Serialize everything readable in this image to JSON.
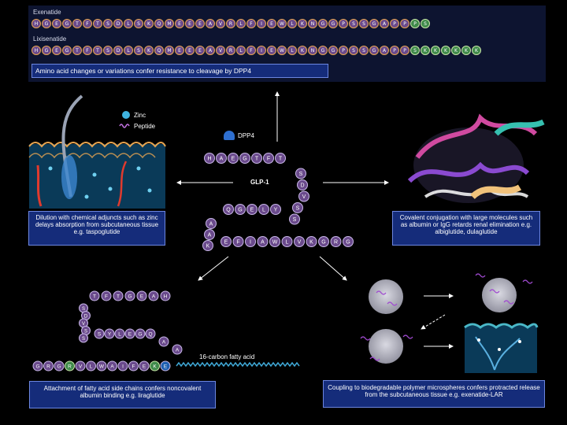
{
  "top_panel": {
    "exenatide_label": "Exenatide",
    "exenatide_seq": [
      "H",
      "G",
      "E",
      "G",
      "T",
      "F",
      "T",
      "S",
      "D",
      "L",
      "S",
      "K",
      "Q",
      "M",
      "E",
      "E",
      "E",
      "A",
      "V",
      "R",
      "L",
      "F",
      "I",
      "E",
      "W",
      "L",
      "K",
      "N",
      "G",
      "G",
      "P",
      "S",
      "S",
      "G",
      "A",
      "P",
      "P",
      "P",
      "S"
    ],
    "exenatide_green_from": 37,
    "lixisenatide_label": "Lixisenatide",
    "lixisenatide_seq": [
      "H",
      "G",
      "E",
      "G",
      "T",
      "F",
      "T",
      "S",
      "D",
      "L",
      "S",
      "K",
      "Q",
      "M",
      "E",
      "E",
      "E",
      "A",
      "V",
      "R",
      "L",
      "F",
      "I",
      "E",
      "W",
      "L",
      "K",
      "N",
      "G",
      "G",
      "P",
      "S",
      "S",
      "G",
      "A",
      "P",
      "P",
      "S",
      "K",
      "K",
      "K",
      "K",
      "K",
      "K"
    ],
    "lixisenatide_green_from": 37,
    "caption": "Amino acid changes or variations confer resistance to cleavage by DPP4"
  },
  "legend": {
    "zinc": "Zinc",
    "peptide": "Peptide"
  },
  "center": {
    "dpp4_label": "DPP4",
    "glp1_label": "GLP-1",
    "row1": [
      "H",
      "A",
      "E",
      "G",
      "T",
      "F",
      "T"
    ],
    "right_col": [
      "S",
      "D",
      "V",
      "S",
      "S"
    ],
    "row2": [
      "Q",
      "G",
      "E",
      "L",
      "Y"
    ],
    "left_col": [
      "A",
      "A",
      "K"
    ],
    "row3": [
      "E",
      "F",
      "I",
      "A",
      "W",
      "L",
      "V",
      "K",
      "G",
      "R",
      "G"
    ]
  },
  "callouts": {
    "zinc": "Dilution with chemical adjuncts such as zinc delays absorption from subcutaneous tissue e.g. taspoglutide",
    "albumin": "Covalent conjugation with large molecules such as albumin or IgG retards renal elimination e.g. albiglutide, dulaglutide",
    "fatty": "Attachment of fatty acid side chains confers noncovalent albumin binding e.g. liraglutide",
    "microspheres": "Coupling to biodegradable polymer microspheres confers protracted release from the subcutaneous tissue e.g. exenatide-LAR"
  },
  "lira": {
    "fatty_acid_label": "16-carbon fatty acid",
    "top_row": [
      "T",
      "F",
      "T",
      "G",
      "E",
      "A",
      "H"
    ],
    "left_col": [
      "S",
      "D",
      "V",
      "S",
      "S"
    ],
    "mid_row": [
      "S",
      "Y",
      "L",
      "E",
      "G",
      "Q",
      "A",
      "A"
    ],
    "bottom_row": [
      "G",
      "R",
      "G",
      "R",
      "V",
      "L",
      "W",
      "A",
      "I",
      "F",
      "E",
      "K",
      "E"
    ]
  },
  "colors": {
    "bead_fill": "#6a4a8c",
    "bead_ring": "#e9a550",
    "green": "#3f8a4a",
    "callout_bg": "#152c7a"
  }
}
